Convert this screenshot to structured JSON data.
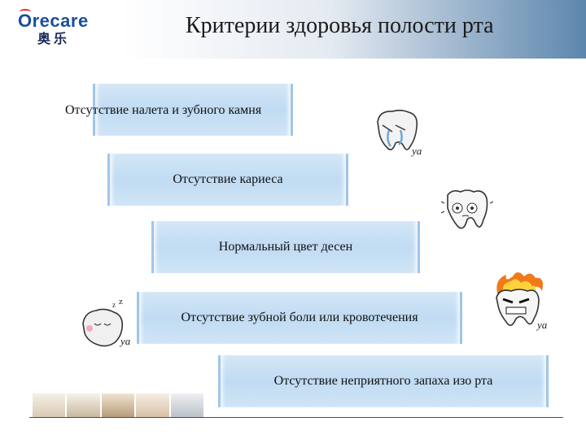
{
  "brand": {
    "name_latin": "Orecare",
    "name_cjk": "奥乐",
    "accent": "#1a4e9c",
    "swoosh_color": "#e32b2b"
  },
  "title": "Критерии здоровья полости рта",
  "criteria": [
    {
      "label": "Отсутствие налета и зубного камня"
    },
    {
      "label": "Отсутствие кариеса"
    },
    {
      "label": "Нормальный цвет десен"
    },
    {
      "label": "Отсутствие зубной боли или кровотечения"
    },
    {
      "label": "Отсутствие неприятного запаха изо рта"
    }
  ],
  "mascots": [
    {
      "icon": "crying-tooth-icon",
      "caption": "ya"
    },
    {
      "icon": "scared-tooth-icon"
    },
    {
      "icon": "angry-fire-tooth-icon",
      "caption": "ya"
    },
    {
      "icon": "sleeping-tooth-icon",
      "caption": "ya"
    }
  ],
  "colors": {
    "box_fill": "#c6def3",
    "box_edge": "#9fc6e8",
    "header_gradient_end": "#5d86ad",
    "rule": "#2c4f86"
  }
}
